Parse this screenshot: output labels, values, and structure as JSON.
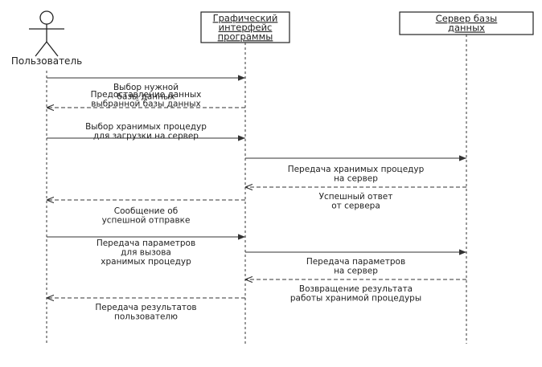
{
  "participants": [
    {
      "id": "user",
      "kind": "actor",
      "label": "Пользователь"
    },
    {
      "id": "gui",
      "kind": "object",
      "label_lines": [
        "Графический",
        "интерфейс",
        "программы"
      ]
    },
    {
      "id": "db",
      "kind": "object",
      "label_lines": [
        "Сервер базы",
        "данных"
      ]
    }
  ],
  "messages": [
    {
      "from": "user",
      "to": "gui",
      "type": "call",
      "label_lines": [
        "Выбор нужной",
        "базы данных"
      ]
    },
    {
      "from": "gui",
      "to": "user",
      "type": "return",
      "label_lines": [
        "Предоставление данных",
        "выбранной базы данных"
      ]
    },
    {
      "from": "user",
      "to": "gui",
      "type": "call",
      "label_lines": [
        "Выбор хранимых процедур",
        "для загрузки на сервер"
      ]
    },
    {
      "from": "gui",
      "to": "db",
      "type": "call",
      "label_lines": [
        "Передача хранимых процедур",
        "на сервер"
      ]
    },
    {
      "from": "db",
      "to": "gui",
      "type": "return",
      "label_lines": [
        "Успешный ответ",
        "от сервера"
      ]
    },
    {
      "from": "gui",
      "to": "user",
      "type": "return",
      "label_lines": [
        "Сообщение об",
        "успешной отправке"
      ]
    },
    {
      "from": "user",
      "to": "gui",
      "type": "call",
      "label_lines": [
        "Передача параметров",
        "для вызова",
        "хранимых процедур"
      ]
    },
    {
      "from": "gui",
      "to": "db",
      "type": "call",
      "label_lines": [
        "Передача параметров",
        "на сервер"
      ]
    },
    {
      "from": "db",
      "to": "gui",
      "type": "return",
      "label_lines": [
        "Возвращение результата",
        "работы хранимой процедуры"
      ]
    },
    {
      "from": "gui",
      "to": "user",
      "type": "return",
      "label_lines": [
        "Передача результатов",
        "пользователю"
      ]
    }
  ]
}
